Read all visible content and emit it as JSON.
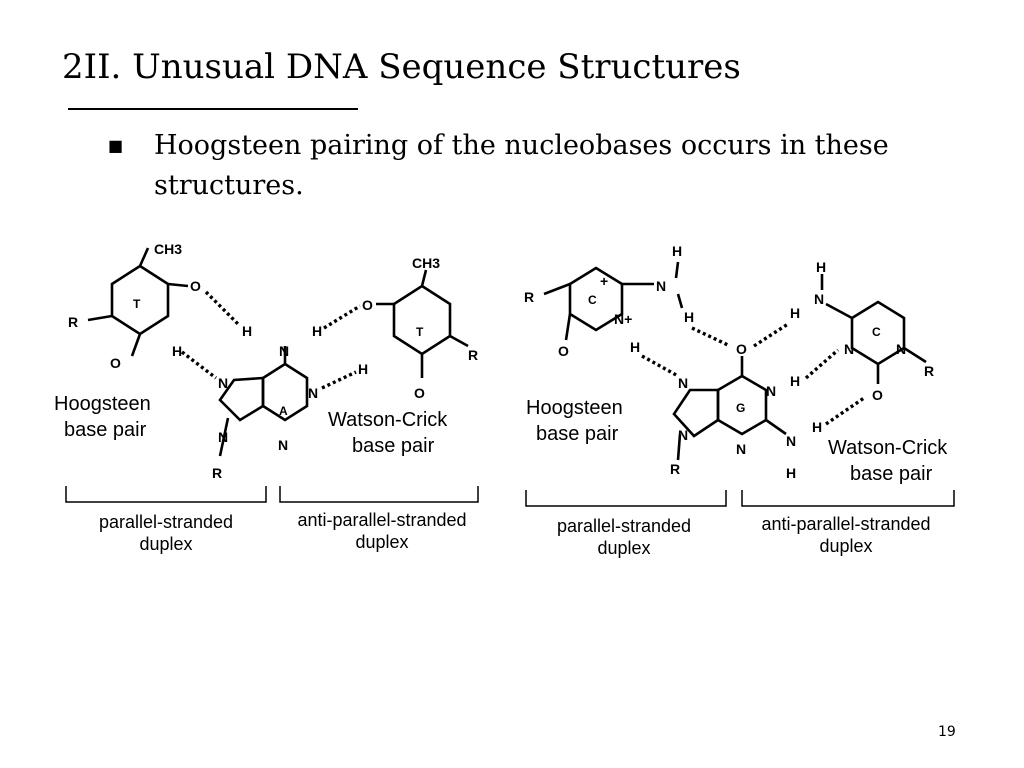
{
  "slide": {
    "title": "2II. Unusual DNA Sequence Structures",
    "bullet": "Hoogsteen pairing of the nucleobases occurs in these structures.",
    "page_number": "19"
  },
  "figure": {
    "left": {
      "labels": {
        "hoogsteen": [
          "Hoogsteen",
          "base pair"
        ],
        "watson": [
          "Watson-Crick",
          "base pair"
        ],
        "parallel": [
          "parallel-stranded",
          "duplex"
        ],
        "antiparallel": [
          "anti-parallel-stranded",
          "duplex"
        ]
      },
      "bases": {
        "left": "T",
        "center": "A",
        "right": "T"
      },
      "groups": {
        "methyl": "CH3",
        "r": "R",
        "o": "O",
        "n": "N",
        "h": "H"
      }
    },
    "right": {
      "labels": {
        "hoogsteen": [
          "Hoogsteen",
          "base pair"
        ],
        "watson": [
          "Watson-Crick",
          "base pair"
        ],
        "parallel": [
          "parallel-stranded",
          "duplex"
        ],
        "antiparallel": [
          "anti-parallel-stranded",
          "duplex"
        ]
      },
      "bases": {
        "left": "C",
        "center": "G",
        "right": "C"
      },
      "groups": {
        "r": "R",
        "o": "O",
        "n": "N",
        "h": "H",
        "nplus": "N+",
        "plus": "+"
      }
    }
  }
}
